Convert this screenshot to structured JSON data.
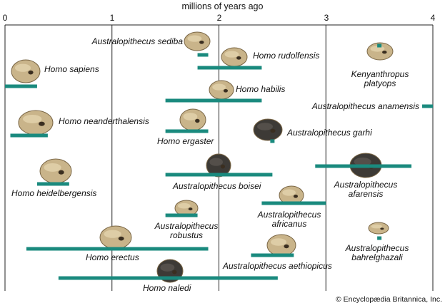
{
  "chart_data": {
    "type": "range",
    "xlabel": "millions of years ago",
    "xlim": [
      0,
      4
    ],
    "ticks": [
      "0",
      "1",
      "2",
      "3",
      "4"
    ],
    "species": [
      {
        "name": "Australopithecus sediba",
        "range": [
          1.8,
          1.9
        ]
      },
      {
        "name": "Homo rudolfensis",
        "range": [
          1.8,
          2.4
        ]
      },
      {
        "name": "Kenyanthropus platyops",
        "range": [
          3.5,
          3.5
        ]
      },
      {
        "name": "Homo sapiens",
        "range": [
          0,
          0.3
        ]
      },
      {
        "name": "Homo habilis",
        "range": [
          1.5,
          2.4
        ]
      },
      {
        "name": "Australopithecus anamensis",
        "range": [
          3.9,
          4.0
        ]
      },
      {
        "name": "Homo neanderthalensis",
        "range": [
          0.05,
          0.4
        ]
      },
      {
        "name": "Homo ergaster",
        "range": [
          1.5,
          1.9
        ]
      },
      {
        "name": "Australopithecus garhi",
        "range": [
          2.5,
          2.5
        ]
      },
      {
        "name": "Homo heidelbergensis",
        "range": [
          0.3,
          0.6
        ]
      },
      {
        "name": "Australopithecus boisei",
        "range": [
          1.5,
          2.5
        ]
      },
      {
        "name": "Australopithecus afarensis",
        "range": [
          2.9,
          3.8
        ]
      },
      {
        "name": "Australopithecus africanus",
        "range": [
          2.4,
          3.0
        ]
      },
      {
        "name": "Australopithecus robustus",
        "range": [
          1.5,
          1.8
        ]
      },
      {
        "name": "Australopithecus bahrelghazali",
        "range": [
          3.5,
          3.5
        ]
      },
      {
        "name": "Homo erectus",
        "range": [
          0.2,
          1.9
        ]
      },
      {
        "name": "Australopithecus aethiopicus",
        "range": [
          2.3,
          2.7
        ]
      },
      {
        "name": "Homo naledi",
        "range": [
          0.5,
          2.55
        ]
      }
    ],
    "credit": "© Encyclopædia Britannica, Inc.",
    "colors": {
      "bar": "#1a8a7e",
      "grid": "#222222"
    }
  },
  "labels": {
    "sediba": "Australopithecus sediba",
    "rudolfensis": "Homo rudolfensis",
    "platyops_1": "Kenyanthropus",
    "platyops_2": "platyops",
    "sapiens": "Homo sapiens",
    "habilis": "Homo habilis",
    "anamensis": "Australopithecus anamensis",
    "neanderthalensis": "Homo neanderthalensis",
    "ergaster": "Homo ergaster",
    "garhi": "Australopithecus garhi",
    "heidelbergensis": "Homo heidelbergensis",
    "boisei": "Australopithecus boisei",
    "afarensis_1": "Australopithecus",
    "afarensis_2": "afarensis",
    "africanus_1": "Australopithecus",
    "africanus_2": "africanus",
    "robustus_1": "Australopithecus",
    "robustus_2": "robustus",
    "bahrelghazali_1": "Australopithecus",
    "bahrelghazali_2": "bahrelghazali",
    "erectus": "Homo erectus",
    "aethiopicus": "Australopithecus aethiopicus",
    "naledi": "Homo naledi"
  }
}
